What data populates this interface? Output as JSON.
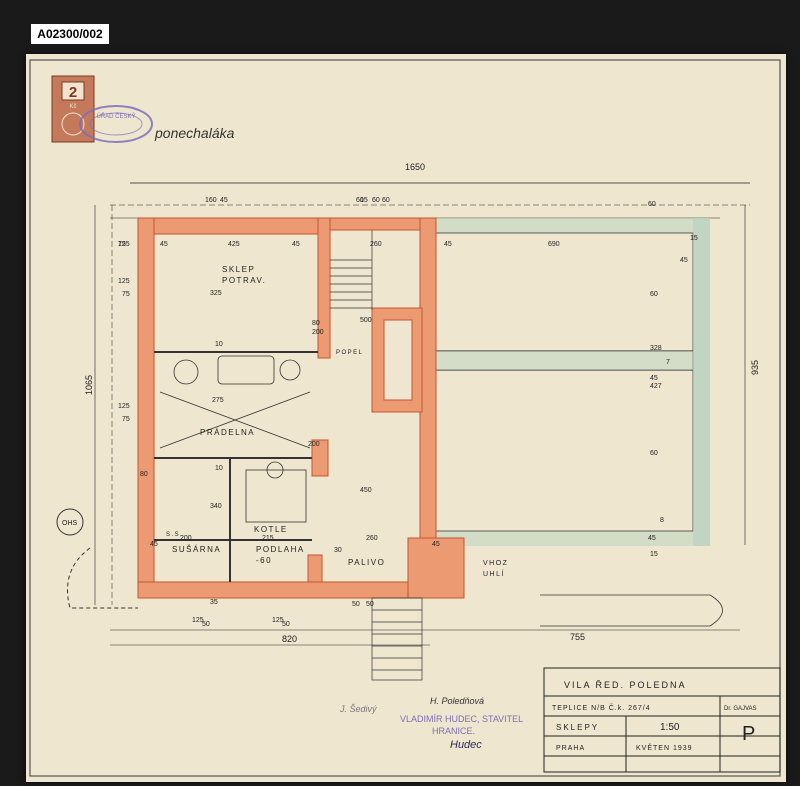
{
  "archive_id": "A02300/002",
  "stamp": {
    "value": "2",
    "currency": "Kč",
    "seal_text": "ÚŘAD ČESKÝ"
  },
  "handwritten_note": "ponechaláka",
  "rooms": {
    "sklep_potrav": "SKLEP\nPOTRAV.",
    "pradelna": "PRÁDELNA",
    "susarna": "SUŠÁRNA",
    "kotle": "KOTLE",
    "podlaha": "PODLAHA\n-60",
    "palivo": "PALIVO",
    "popel": "POPEL",
    "vjezd": "VHOZ\nUHLÍ",
    "ohs": "OHS",
    "ss": "S.S."
  },
  "dimensions": {
    "overall_width": "1650",
    "overall_height": "1065",
    "right_height": "935",
    "bottom_left": "820",
    "bottom_right": "755",
    "labels": [
      "75",
      "45",
      "425",
      "45",
      "260",
      "45",
      "690",
      "60",
      "45",
      "15",
      "160",
      "45",
      "15",
      "60",
      "125",
      "75",
      "60",
      "325",
      "200",
      "80",
      "500",
      "10",
      "275",
      "125",
      "75",
      "80",
      "200",
      "10",
      "340",
      "450",
      "200",
      "215",
      "45",
      "260",
      "30",
      "45",
      "125",
      "50",
      "125",
      "50",
      "50",
      "50",
      "35",
      "45",
      "60",
      "328",
      "7",
      "45",
      "60",
      "427",
      "8",
      "15",
      "60",
      "125"
    ]
  },
  "title_block": {
    "project": "VILA ŘED. POLEDNA",
    "location": "TEPLICE N/B Č.k. 267/4",
    "owner_label": "Dr. GAJVAS",
    "sheet_name": "SKLEPY",
    "scale": "1:50",
    "city": "PRAHA",
    "date": "KVĚTEN 1939",
    "sheet_letter": "P"
  },
  "builder_stamp": {
    "name": "VLADIMÍR HUDEC, STAVITEL",
    "city": "HRANICE.",
    "signature_1": "J. Šedivý",
    "signature_2": "H. Poledňová",
    "signature_3": "Hudec"
  },
  "colors": {
    "paper": "#efe6cf",
    "wall_orange": "#ec9a72",
    "wall_stroke": "#c4552e",
    "terrace_green": "#b9d3c0",
    "ink": "#1e1e1e",
    "stamp_purple": "#7a6fb8"
  }
}
